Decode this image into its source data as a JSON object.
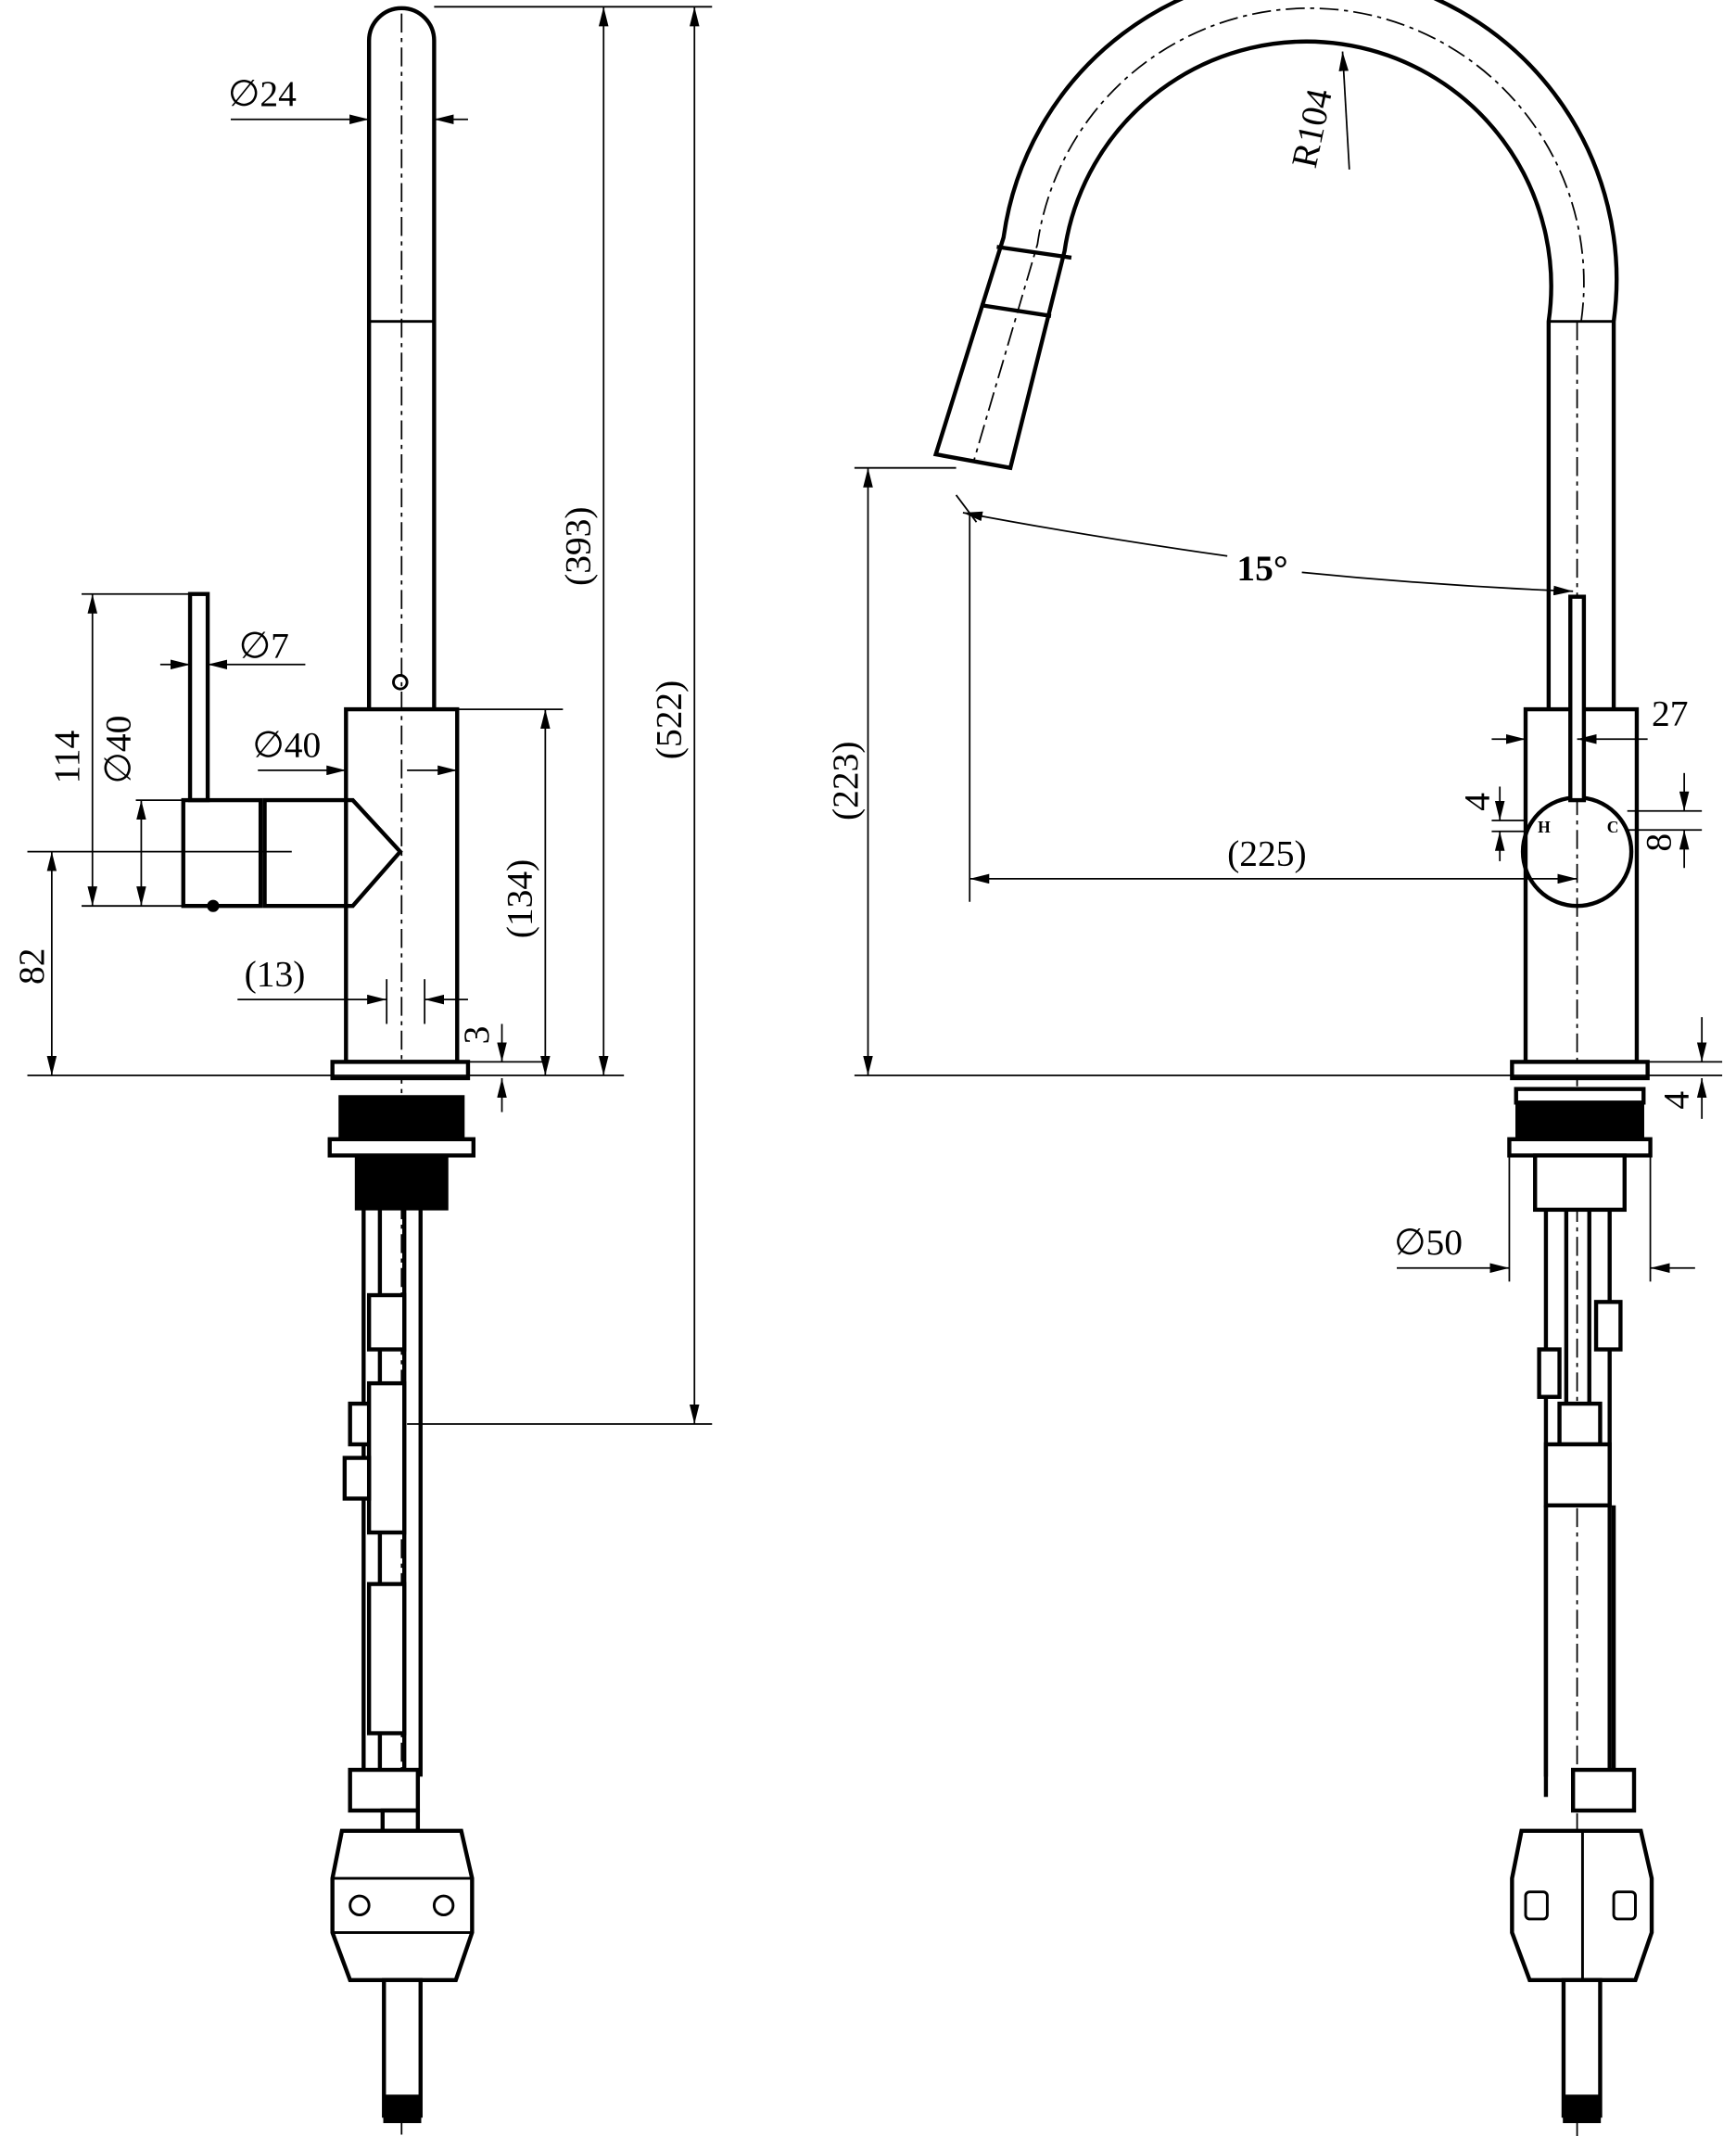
{
  "left_view": {
    "dim_spout_dia": "∅24",
    "dim_lever_dia": "∅7",
    "dim_body_dia": "∅40",
    "dim_handle_dia": "∅40",
    "dim_handle_height": "114",
    "dim_handle_axis": "82",
    "dim_offset": "(13)",
    "dim_body_height": "(134)",
    "dim_base": "3",
    "dim_spout_height": "(393)",
    "dim_total_height": "(522)"
  },
  "right_view": {
    "dim_radius": "R104",
    "dim_angle": "15°",
    "dim_outlet_height": "(223)",
    "dim_reach": "(225)",
    "dim_lever_offset": "27",
    "dim_small_a": "4",
    "dim_small_b": "8",
    "label_hot": "H",
    "label_cold": "C",
    "dim_base_gap": "4",
    "dim_mount_dia": "∅50"
  }
}
